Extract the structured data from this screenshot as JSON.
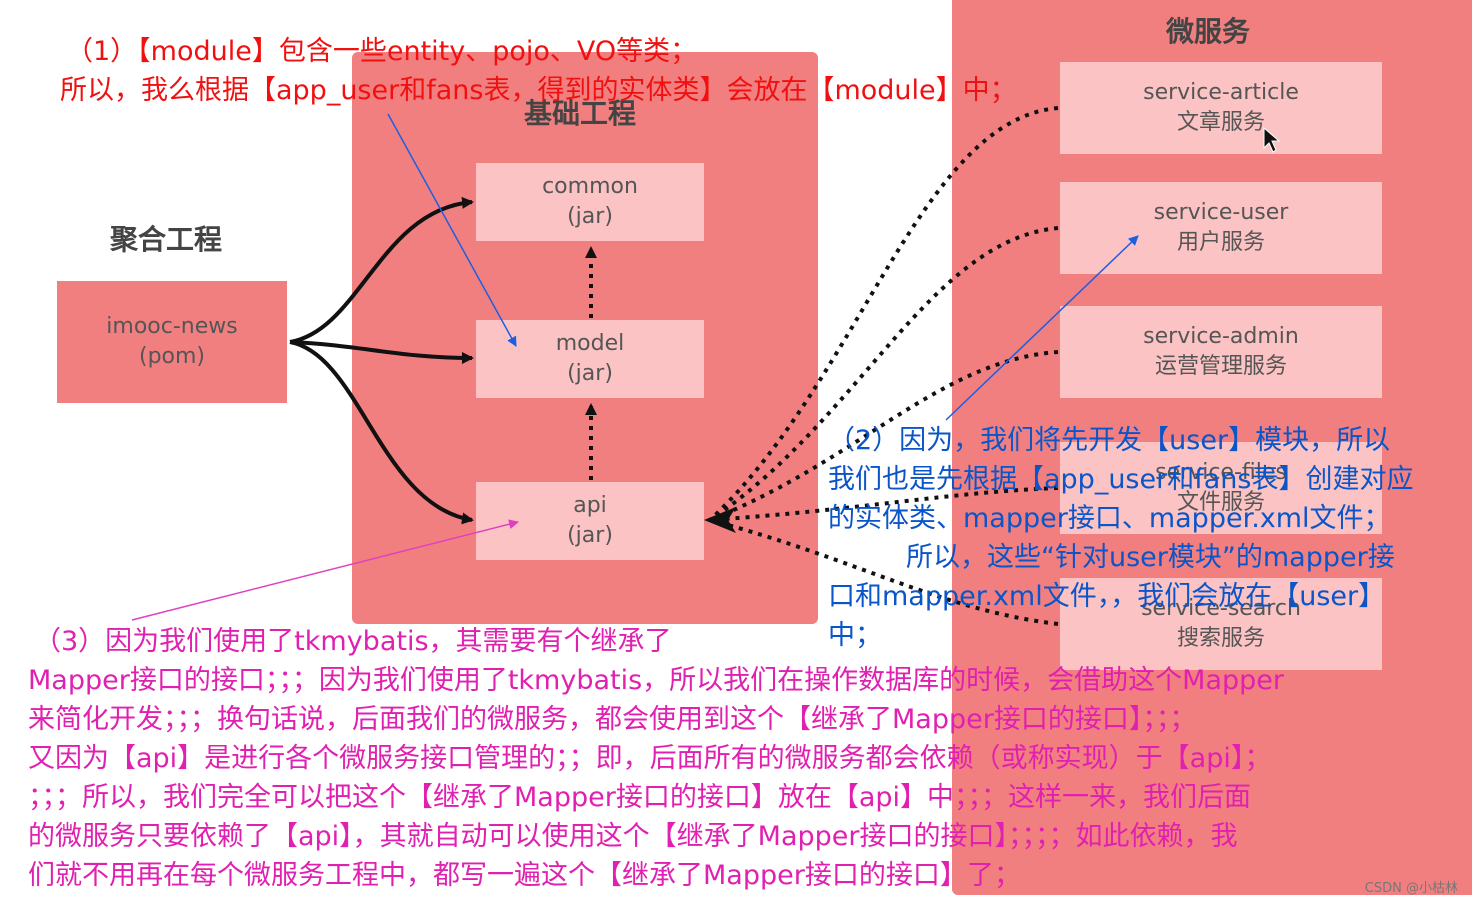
{
  "diagram": {
    "aggregate": {
      "heading": "聚合工程",
      "box_line1": "imooc-news",
      "box_line2": "(pom)"
    },
    "base": {
      "heading": "基础工程",
      "common": {
        "line1": "common",
        "line2": "(jar)"
      },
      "model": {
        "line1": "model",
        "line2": "(jar)"
      },
      "api": {
        "line1": "api",
        "line2": "(jar)"
      }
    },
    "micro": {
      "heading": "微服务",
      "services": [
        {
          "line1": "service-article",
          "line2": "文章服务"
        },
        {
          "line1": "service-user",
          "line2": "用户服务"
        },
        {
          "line1": "service-admin",
          "line2": "运营管理服务"
        },
        {
          "line1": "service-files",
          "line2": "文件服务"
        },
        {
          "line1": "service-search",
          "line2": "搜索服务"
        }
      ]
    }
  },
  "notes": {
    "note1": [
      "（1）【module】包含一些entity、pojo、VO等类；",
      "所以，我么根据【app_user和fans表，得到的实体类】会放在【module】中；"
    ],
    "note2": [
      "（2）因为，我们将先开发【user】模块，所以",
      "我们也是先根据【app_user和fans表】创建对应",
      "的实体类、mapper接口、mapper.xml文件；",
      "所以，这些“针对user模块”的mapper接",
      "口和mapper.xml文件，，我们会放在【user】",
      "中；"
    ],
    "note3": [
      "（3）因为我们使用了tkmybatis，其需要有个继承了",
      "Mapper接口的接口；；；因为我们使用了tkmybatis，所以我们在操作数据库的时候，会借助这个Mapper",
      "来简化开发；；；换句话说，后面我们的微服务，都会使用到这个【继承了Mapper接口的接口】；；；",
      "又因为【api】是进行各个微服务接口管理的；；即，后面所有的微服务都会依赖（或称实现）于【api】；",
      "；；；所以，我们完全可以把这个【继承了Mapper接口的接口】放在【api】中；；；这样一来，我们后面",
      "的微服务只要依赖了【api】，其就自动可以使用这个【继承了Mapper接口的接口】；；；；如此依赖，我",
      "们就不用再在每个微服务工程中，都写一遍这个【继承了Mapper接口的接口】了；"
    ]
  },
  "watermark": "CSDN @小枯林",
  "colors": {
    "panel": "#f27f80",
    "box": "#fbc3c3",
    "red_note": "#f01010",
    "blue_note": "#0a55c8",
    "pink_note": "#e020b0"
  }
}
